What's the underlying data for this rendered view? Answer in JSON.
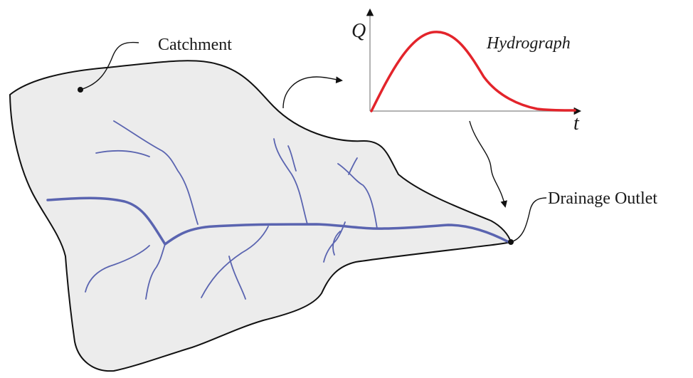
{
  "labels": {
    "catchment": "Catchment",
    "hydrograph": "Hydrograph",
    "outlet": "Drainage Outlet"
  },
  "axes": {
    "y": "Q",
    "x": "t"
  },
  "colors": {
    "catchment_fill": "#ececec",
    "outline": "#111111",
    "river": "#5a64b0",
    "hydrograph_curve": "#e3242b",
    "text": "#1a1a1a"
  }
}
